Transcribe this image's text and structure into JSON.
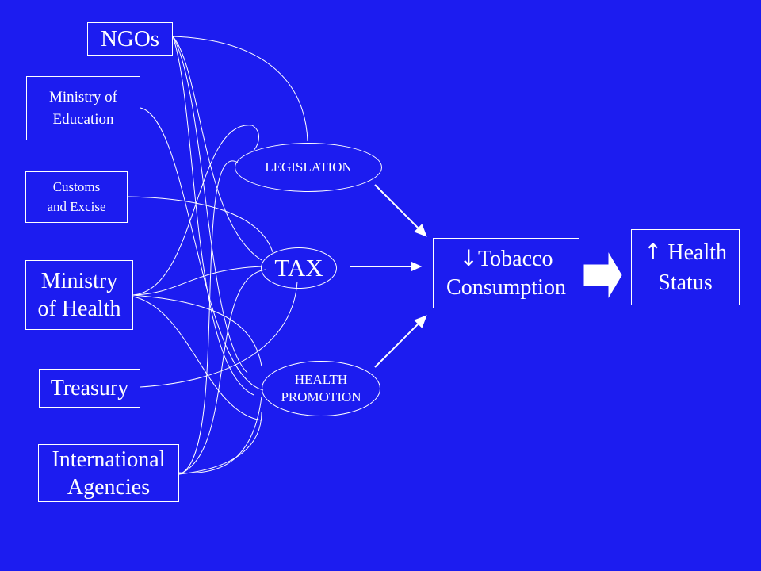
{
  "stakeholders": {
    "ngos": "NGOs",
    "ministry_of_education": "Ministry of\nEducation",
    "customs_and_excise": "Customs\nand Excise",
    "ministry_of_health": "Ministry\nof Health",
    "treasury": "Treasury",
    "international_agencies": "International\nAgencies"
  },
  "instruments": {
    "legislation": "LEGISLATION",
    "tax": "TAX",
    "health_promotion": "HEALTH\nPROMOTION"
  },
  "outcomes": {
    "tobacco_arrow": "↓",
    "tobacco_line1": "Tobacco",
    "tobacco_line2": "Consumption",
    "health_arrow": "↑",
    "health_line1": " Health",
    "health_line2": "Status"
  },
  "colors": {
    "background": "#1c1cf0",
    "foreground": "#ffffff"
  }
}
